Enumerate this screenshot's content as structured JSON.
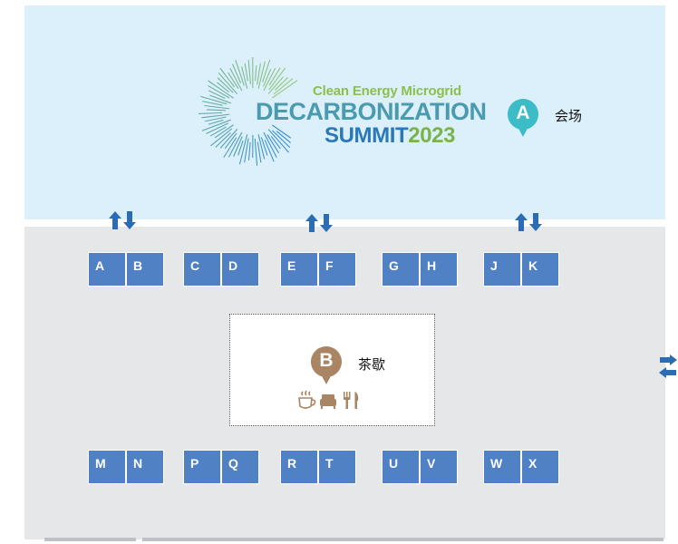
{
  "logo": {
    "line1": "Clean Energy Microgrid",
    "line2": "DECARBONIZATION",
    "line3_a": "SUMMIT",
    "line3_b": "2023"
  },
  "zones": {
    "hall": {
      "letter": "A",
      "label": "会场"
    },
    "tea": {
      "letter": "B",
      "label": "茶歇"
    }
  },
  "booths_top": [
    "A",
    "B",
    "C",
    "D",
    "E",
    "F",
    "G",
    "H",
    "J",
    "K"
  ],
  "booths_bottom": [
    "M",
    "N",
    "P",
    "Q",
    "R",
    "T",
    "U",
    "V",
    "W",
    "X"
  ],
  "icons": {
    "entrance_arrows": "up-down-arrows-icon",
    "side_exit": "left-right-arrows-icon",
    "amenities": [
      "coffee-icon",
      "sofa-icon",
      "fork-knife-icon"
    ],
    "pin": "map-pin-icon"
  },
  "colors": {
    "hall_bg": "#dcf0fb",
    "lobby_bg": "#e6e7e9",
    "booth": "#4f81c4",
    "pin_a": "#3cbcc6",
    "pin_b": "#a98563",
    "arrow": "#2b6cb4"
  }
}
